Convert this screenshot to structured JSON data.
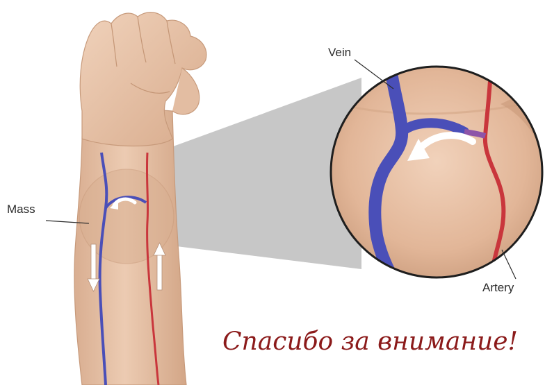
{
  "labels": {
    "vein": "Vein",
    "mass": "Mass",
    "artery": "Artery"
  },
  "caption": "Спасибо за внимание!",
  "colors": {
    "skin": "#e8c4a8",
    "skin_shadow": "#cfa283",
    "vein": "#4a4fb8",
    "artery": "#c9363c",
    "caption": "#8b1a1a",
    "magnifier_beam": "#b9b9b9"
  }
}
